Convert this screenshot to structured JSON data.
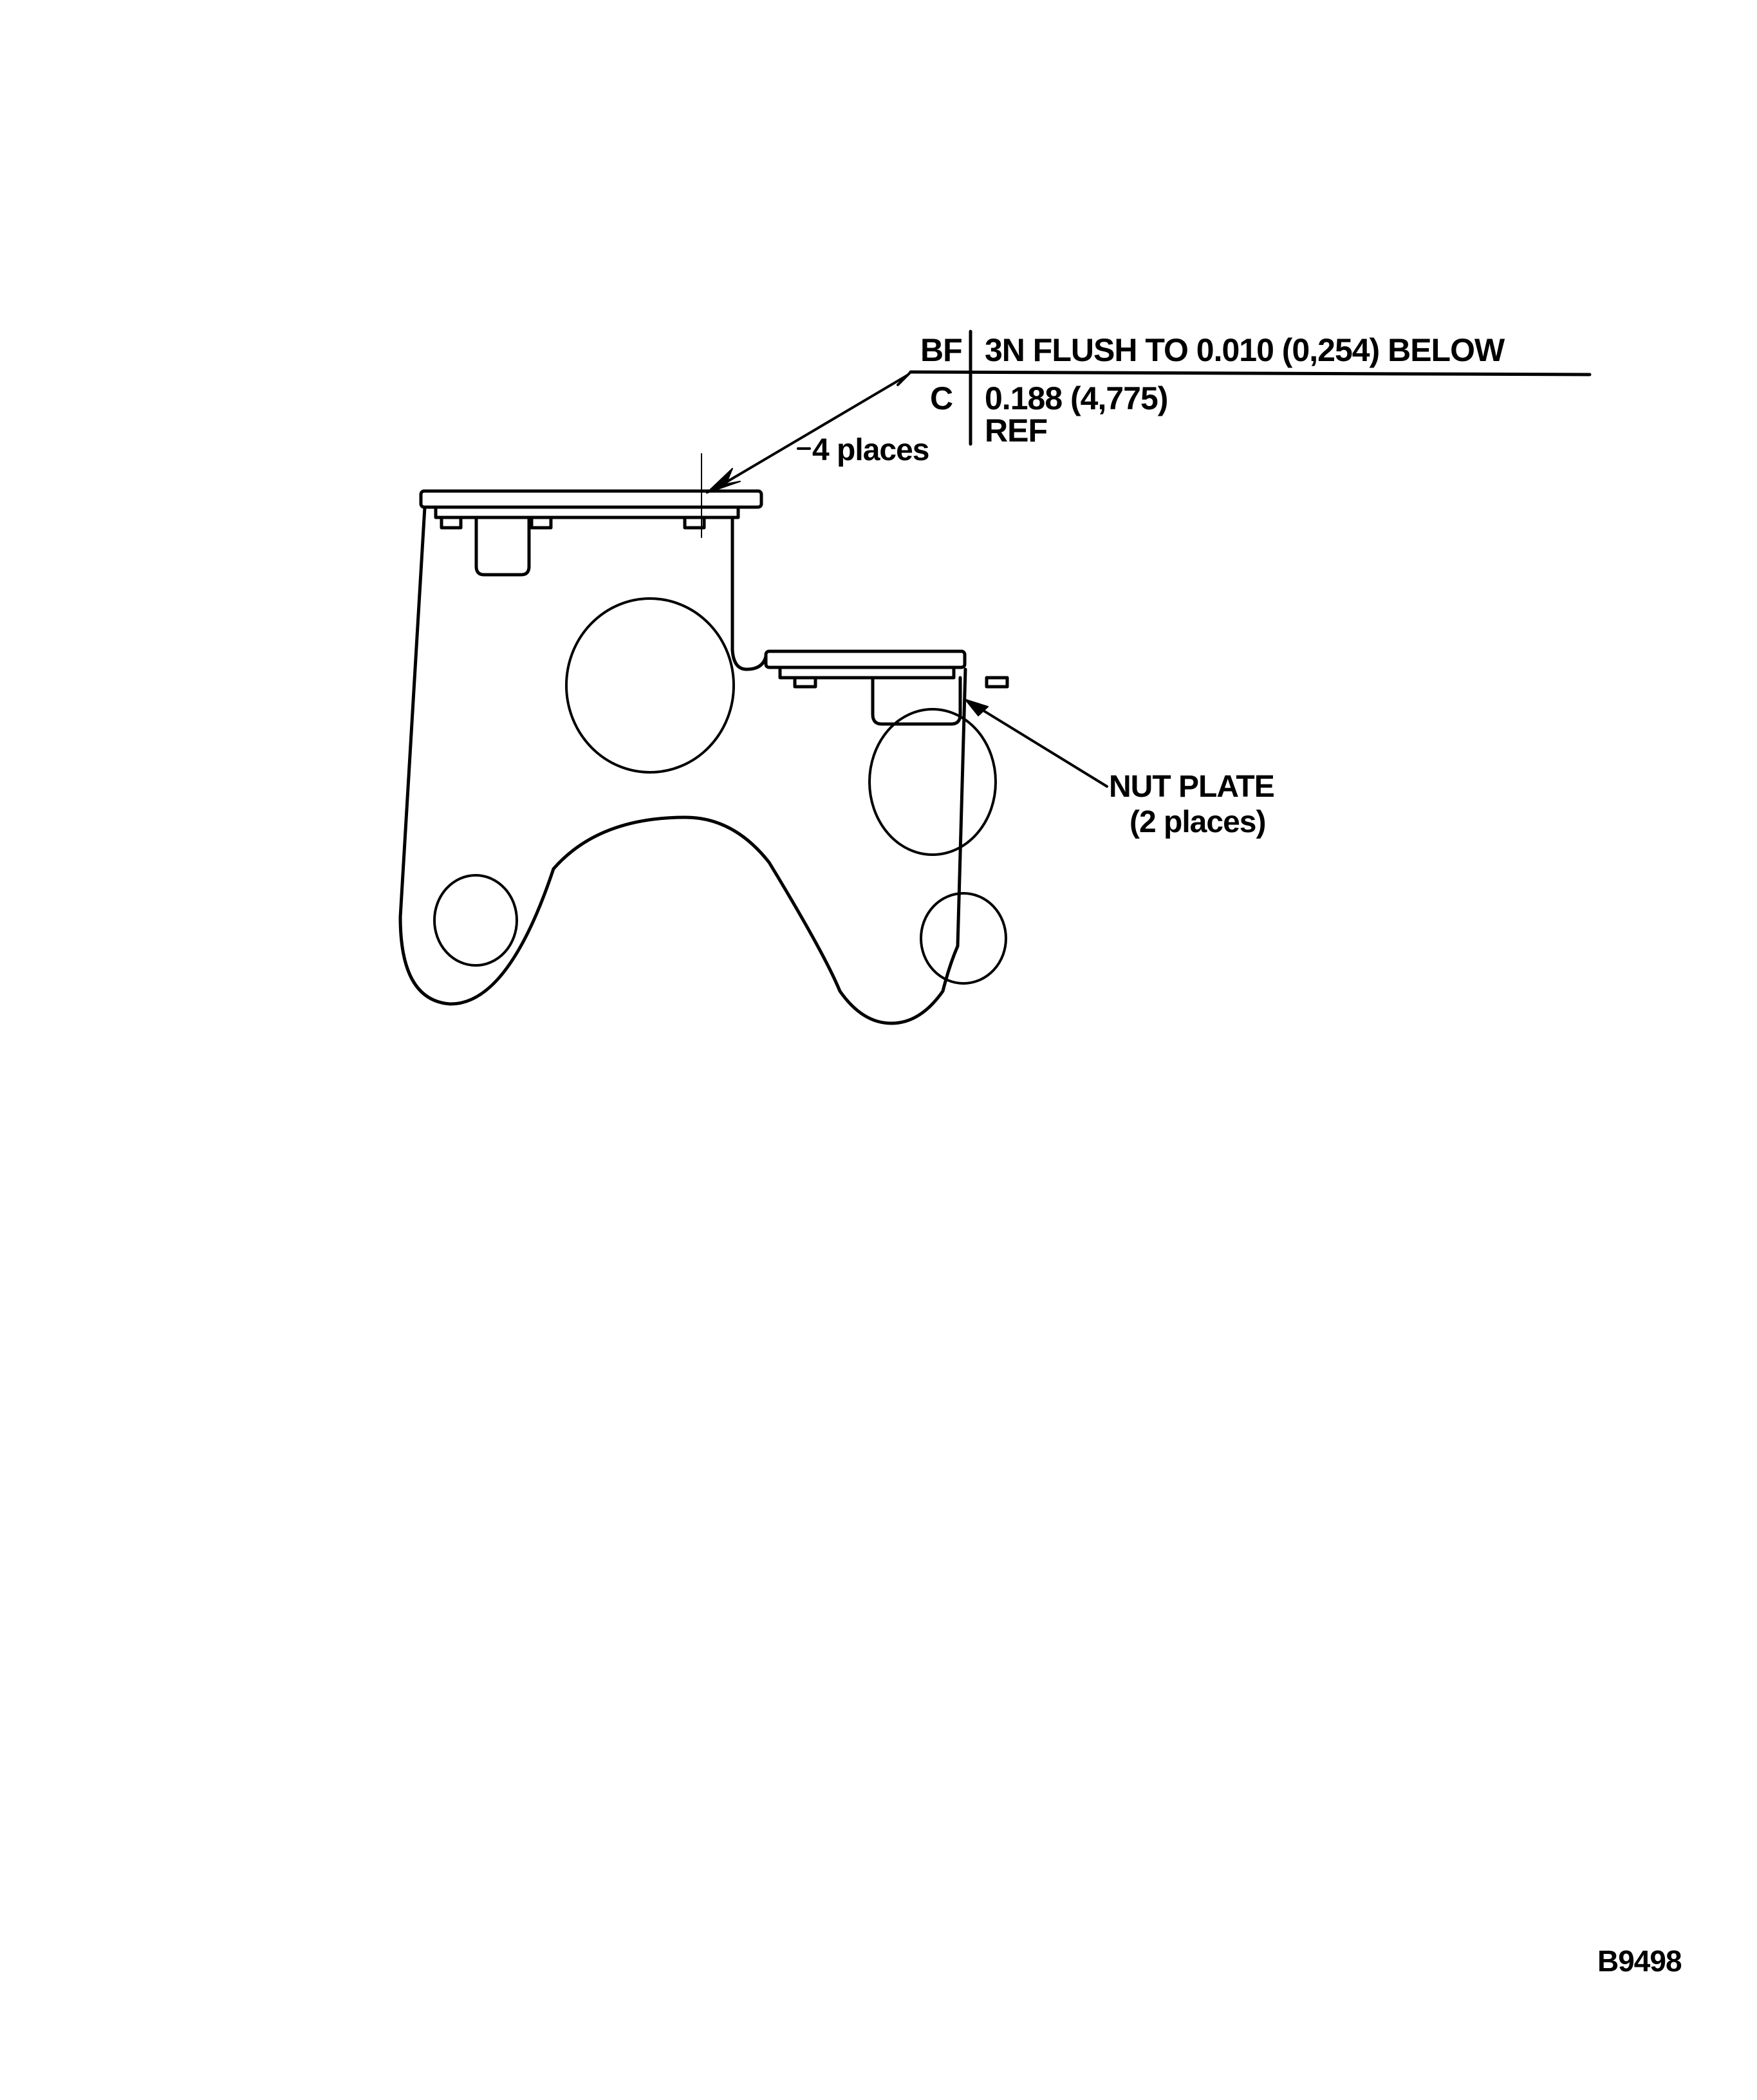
{
  "figure": {
    "id_label": "B9498",
    "subject": "bracket with nut plates"
  },
  "callout_table": {
    "rows": [
      {
        "code": "BF",
        "text": "3N FLUSH TO 0.010 (0,254) BELOW"
      },
      {
        "code": "C",
        "text": "0.188 (4,775)",
        "text2": "REF"
      }
    ],
    "leader_note": "4 places"
  },
  "labels": {
    "nut_plate": "NUT PLATE",
    "nut_plate_count": "(2 places)"
  },
  "colors": {
    "ink": "#000000",
    "paper": "#ffffff"
  }
}
